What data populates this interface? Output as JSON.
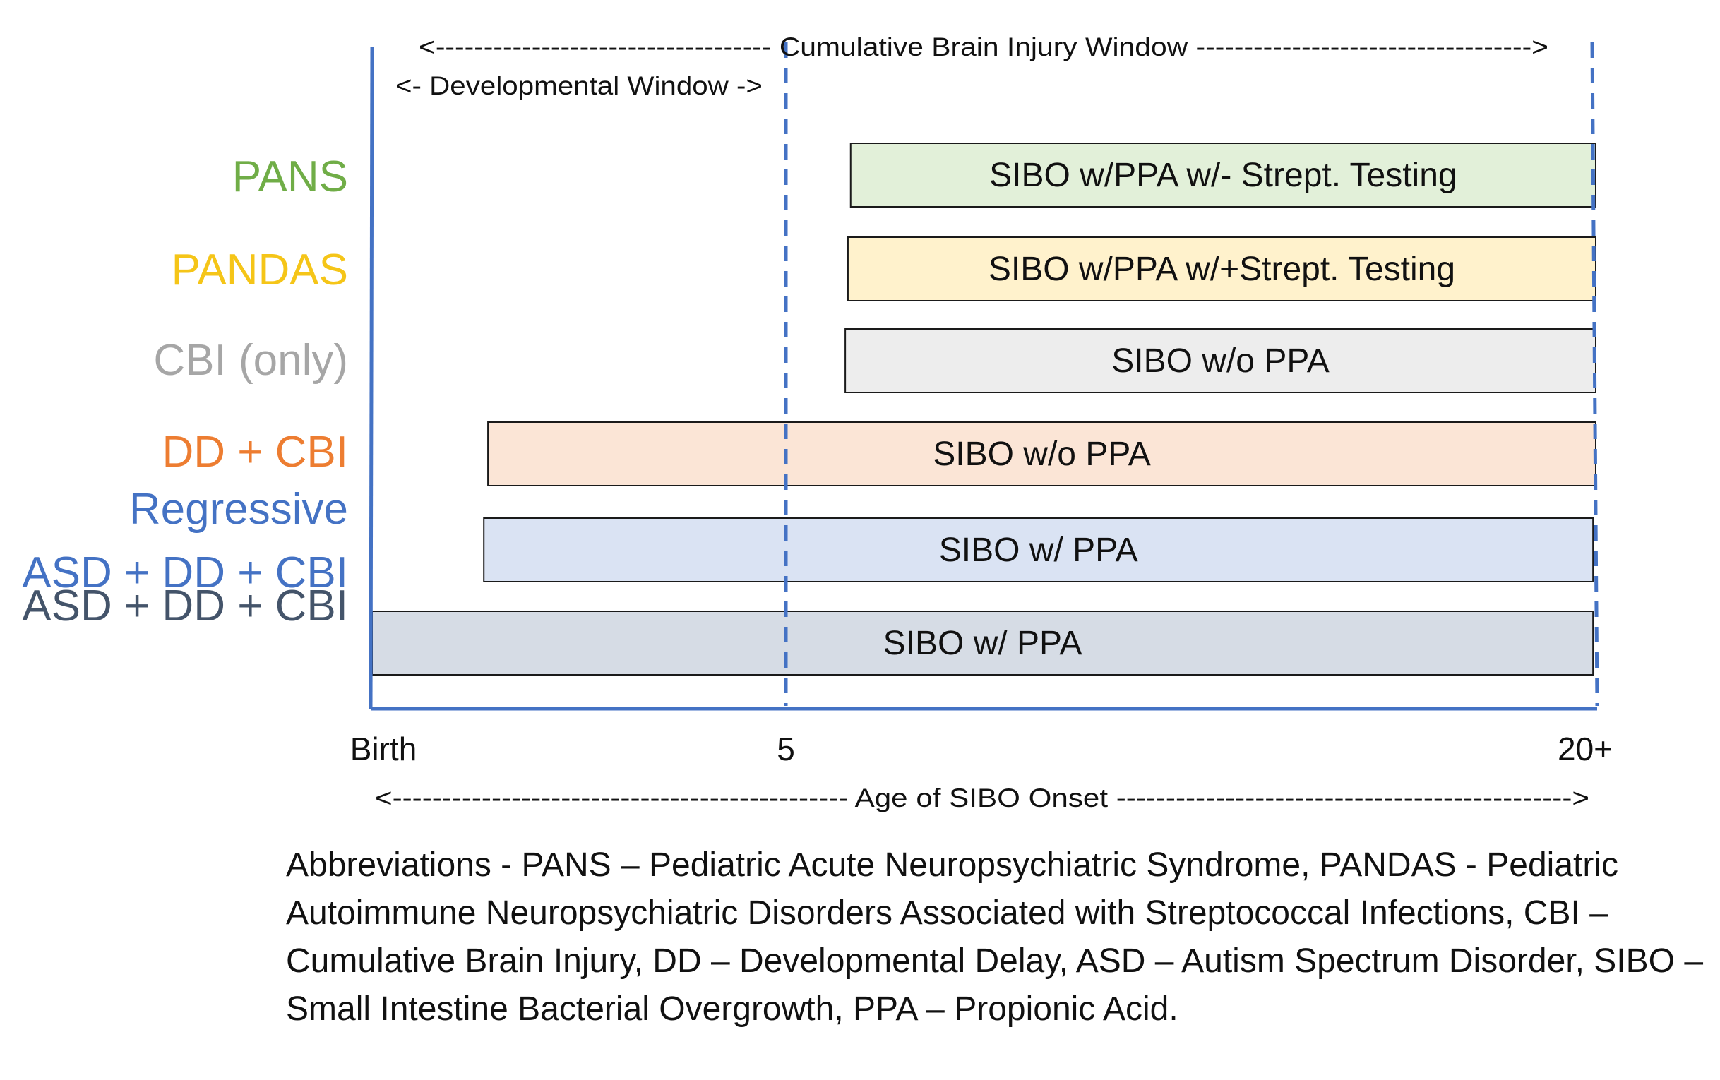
{
  "diagram": {
    "top_annotation": "<----------------------------------- Cumulative Brain Injury Window ----------------------------------->",
    "dev_annotation": "<- Developmental Window ->",
    "x_ticks": [
      "Birth",
      "5",
      "20+"
    ],
    "x_axis_annotation": "<---------------------------------------------- Age of SIBO Onset ---------------------------------------------->",
    "rows": [
      {
        "label": "PANS",
        "label_color": "#70ad47",
        "bar_text": "SIBO w/PPA w/- Strept. Testing",
        "bar_fill": "#e2f0d9",
        "start": 6.2,
        "end": 20
      },
      {
        "label": "PANDAS",
        "label_color": "#f5c518",
        "bar_text": "SIBO w/PPA w/+Strept. Testing",
        "bar_fill": "#fff2cc",
        "start": 6.15,
        "end": 20
      },
      {
        "label": "CBI (only)",
        "label_color": "#a6a6a6",
        "bar_text": "SIBO w/o PPA",
        "bar_fill": "#ededed",
        "start": 6.1,
        "end": 20
      },
      {
        "label": "DD + CBI",
        "label_color": "#ed7d31",
        "bar_text": "SIBO w/o PPA",
        "bar_fill": "#fbe5d6",
        "start": 1.4,
        "end": 20
      },
      {
        "label": "Regressive",
        "label2": "ASD + DD + CBI",
        "label_color": "#4472c4",
        "bar_text": "SIBO w/ PPA",
        "bar_fill": "#dae3f3",
        "start": 1.35,
        "end": 19.95
      },
      {
        "label": "ASD + DD + CBI",
        "label_color": "#44546a",
        "bar_text": "SIBO w/ PPA",
        "bar_fill": "#d6dce5",
        "start": 0,
        "end": 19.95
      }
    ],
    "axis_color": "#4472c4"
  },
  "footer": {
    "abbreviations": "Abbreviations - PANS – Pediatric Acute Neuropsychiatric Syndrome, PANDAS - Pediatric Autoimmune Neuropsychiatric Disorders Associated with Streptococcal Infections, CBI – Cumulative Brain Injury, DD – Developmental Delay, ASD – Autism Spectrum Disorder, SIBO – Small Intestine Bacterial Overgrowth, PPA – Propionic Acid."
  }
}
